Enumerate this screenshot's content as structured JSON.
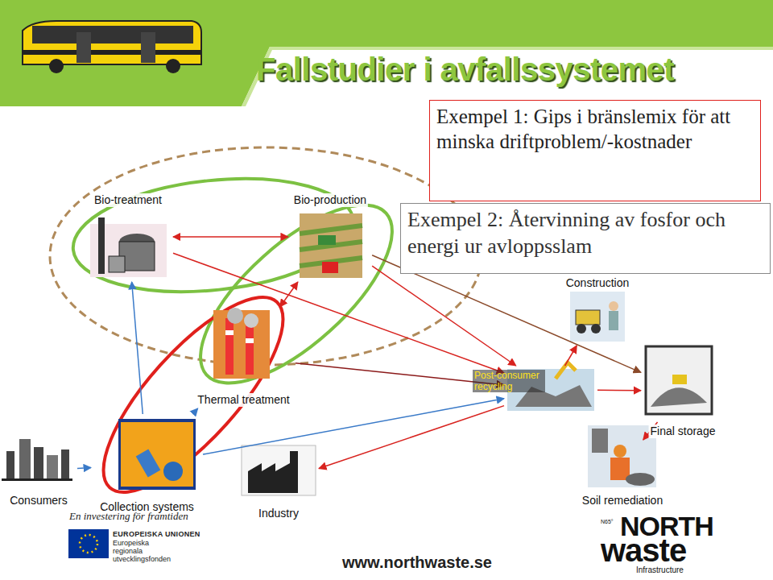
{
  "diagram": {
    "title": "Fallstudier i avfallssystemet",
    "nodes": [
      {
        "text": [
          "Exempel 1: Gips i bränslemix för att minska driftproblem/-kostnader"
        ]
      },
      {
        "text": [
          "Exempel 2: Återvinning av fosfor och energi ur avloppsslam"
        ]
      },
      {
        "text": [
          "Bio-treatment"
        ]
      },
      {
        "text": [
          "Bio-production"
        ]
      },
      {
        "text": [
          "Construction"
        ]
      },
      {
        "text": [
          "Thermal treatment"
        ]
      },
      {
        "text": [
          "Post-consumer recycling"
        ]
      },
      {
        "text": [
          "Final storage"
        ]
      },
      {
        "text": [
          "Consumers"
        ]
      },
      {
        "text": [
          "Collection systems"
        ]
      },
      {
        "text": [
          "Industry"
        ]
      },
      {
        "text": [
          "Soil remediation"
        ]
      }
    ],
    "edges": [
      {
        "from": 8,
        "to": 9,
        "arrow": "to"
      },
      {
        "from": 9,
        "to": 2,
        "arrow": "to"
      },
      {
        "from": 9,
        "to": 5,
        "arrow": "to"
      },
      {
        "from": 9,
        "to": 6,
        "arrow": "to"
      },
      {
        "from": 2,
        "to": 3,
        "arrow": "both"
      },
      {
        "from": 2,
        "to": 6,
        "arrow": "to"
      },
      {
        "from": 3,
        "to": 6,
        "arrow": "to"
      },
      {
        "from": 3,
        "to": 5,
        "arrow": "both"
      },
      {
        "from": 5,
        "to": 6,
        "arrow": "to"
      },
      {
        "from": 6,
        "to": 4,
        "arrow": "to"
      },
      {
        "from": 6,
        "to": 7,
        "arrow": "to"
      },
      {
        "from": 6,
        "to": 10,
        "arrow": "to"
      },
      {
        "from": 11,
        "to": 7,
        "arrow": "to"
      },
      {
        "from": 3,
        "to": 7,
        "arrow": "to"
      }
    ],
    "labels": [
      "En investering för framtiden",
      "EUROPEISKA UNIONEN",
      "Europeiska regionala utvecklingsfonden",
      "www.northwaste.se",
      "NORTH",
      "N65°",
      "waste",
      "Infrastructure"
    ]
  }
}
